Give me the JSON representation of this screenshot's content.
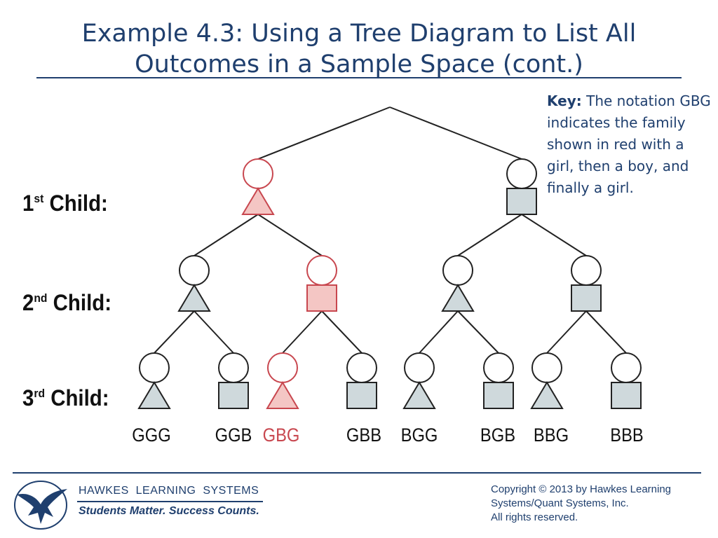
{
  "title": {
    "line1": "Example 4.3: Using a Tree Diagram to List All",
    "line2": "Outcomes in a Sample Space (cont.)"
  },
  "key": {
    "label": "Key:",
    "text": "The notation GBG indicates the family shown in red with a girl, then a boy, and finally a girl."
  },
  "rows": [
    {
      "num": "1",
      "suffix": "st",
      "label": "Child:"
    },
    {
      "num": "2",
      "suffix": "nd",
      "label": "Child:"
    },
    {
      "num": "3",
      "suffix": "rd",
      "label": "Child:"
    }
  ],
  "tree": {
    "level1": [
      {
        "child": "girl",
        "highlight": true
      },
      {
        "child": "boy",
        "highlight": false
      }
    ],
    "level2": [
      {
        "child": "girl",
        "highlight": false
      },
      {
        "child": "boy",
        "highlight": true
      },
      {
        "child": "girl",
        "highlight": false
      },
      {
        "child": "boy",
        "highlight": false
      }
    ],
    "level3": [
      {
        "child": "girl",
        "highlight": false
      },
      {
        "child": "boy",
        "highlight": false
      },
      {
        "child": "girl",
        "highlight": true
      },
      {
        "child": "boy",
        "highlight": false
      },
      {
        "child": "girl",
        "highlight": false
      },
      {
        "child": "boy",
        "highlight": false
      },
      {
        "child": "girl",
        "highlight": false
      },
      {
        "child": "boy",
        "highlight": false
      }
    ]
  },
  "outcomes": [
    {
      "label": "GGG",
      "highlight": false
    },
    {
      "label": "GGB",
      "highlight": false
    },
    {
      "label": "GBG",
      "highlight": true
    },
    {
      "label": "GBB",
      "highlight": false
    },
    {
      "label": "BGG",
      "highlight": false
    },
    {
      "label": "BGB",
      "highlight": false
    },
    {
      "label": "BBG",
      "highlight": false
    },
    {
      "label": "BBB",
      "highlight": false
    }
  ],
  "colors": {
    "highlight_stroke": "#c8474f",
    "highlight_fill": "#f4c6c4",
    "normal_fill": "#cfd9dc",
    "stroke": "#222222",
    "brand": "#1f3f6e"
  },
  "footer": {
    "brand": "HAWKES  LEARNING  SYSTEMS",
    "tagline": "Students Matter. Success Counts.",
    "copyright_line1": "Copyright © 2013 by Hawkes Learning",
    "copyright_line2": "Systems/Quant Systems, Inc.",
    "copyright_line3": "All rights reserved.",
    "logo_icon": "hawk-icon"
  }
}
